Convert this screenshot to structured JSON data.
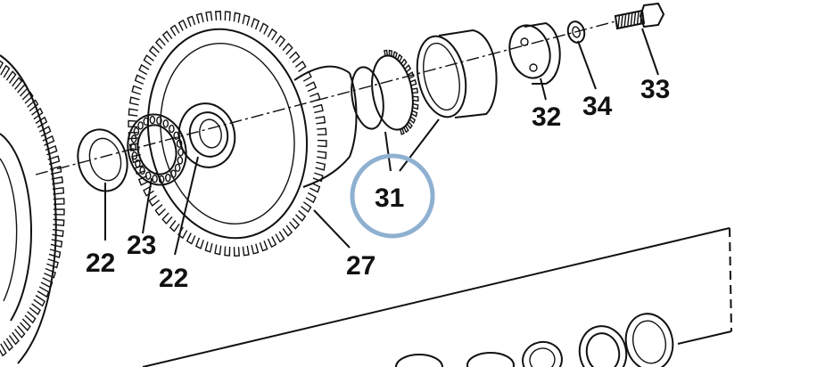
{
  "diagram": {
    "type": "exploded-parts-diagram",
    "colors": {
      "ink": "#111111",
      "paper": "#ffffff",
      "highlight_ring": "#8fb0d0"
    },
    "callouts": [
      {
        "id": "c22a",
        "label": "22"
      },
      {
        "id": "c23",
        "label": "23"
      },
      {
        "id": "c22b",
        "label": "22"
      },
      {
        "id": "c27",
        "label": "27"
      },
      {
        "id": "c31",
        "label": "31",
        "highlighted": true
      },
      {
        "id": "c32",
        "label": "32"
      },
      {
        "id": "c34",
        "label": "34"
      },
      {
        "id": "c33",
        "label": "33"
      }
    ]
  }
}
